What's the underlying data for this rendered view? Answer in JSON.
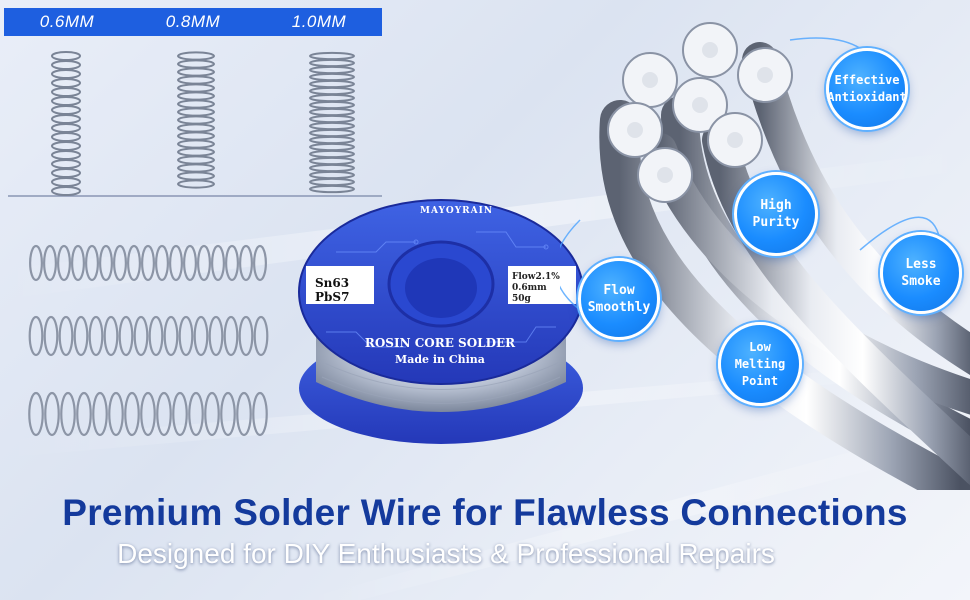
{
  "sizes": [
    "0.6MM",
    "0.8MM",
    "1.0MM"
  ],
  "spool": {
    "brand": "MAYOYRAIN",
    "alloy_line1": "Sn63",
    "alloy_line2": "PbS7",
    "spec_line1": "Flow2.1%",
    "spec_line2": "0.6mm",
    "spec_line3": "50g",
    "product": "ROSIN CORE SOLDER",
    "origin": "Made in China"
  },
  "features": [
    "Effective\nAntioxidant",
    "High\nPurity",
    "Less\nSmoke",
    "Flow\nSmoothly",
    "Low\nMelting\nPoint"
  ],
  "headline": "Premium Solder Wire for Flawless Connections",
  "subheadline": "Designed for DIY Enthusiasts & Professional Repairs",
  "colors": {
    "accent_blue": "#1e5fe0",
    "bubble_blue": "#1a8cff",
    "headline_navy": "#143a9c",
    "spool_blue": "#2d4fd6"
  }
}
